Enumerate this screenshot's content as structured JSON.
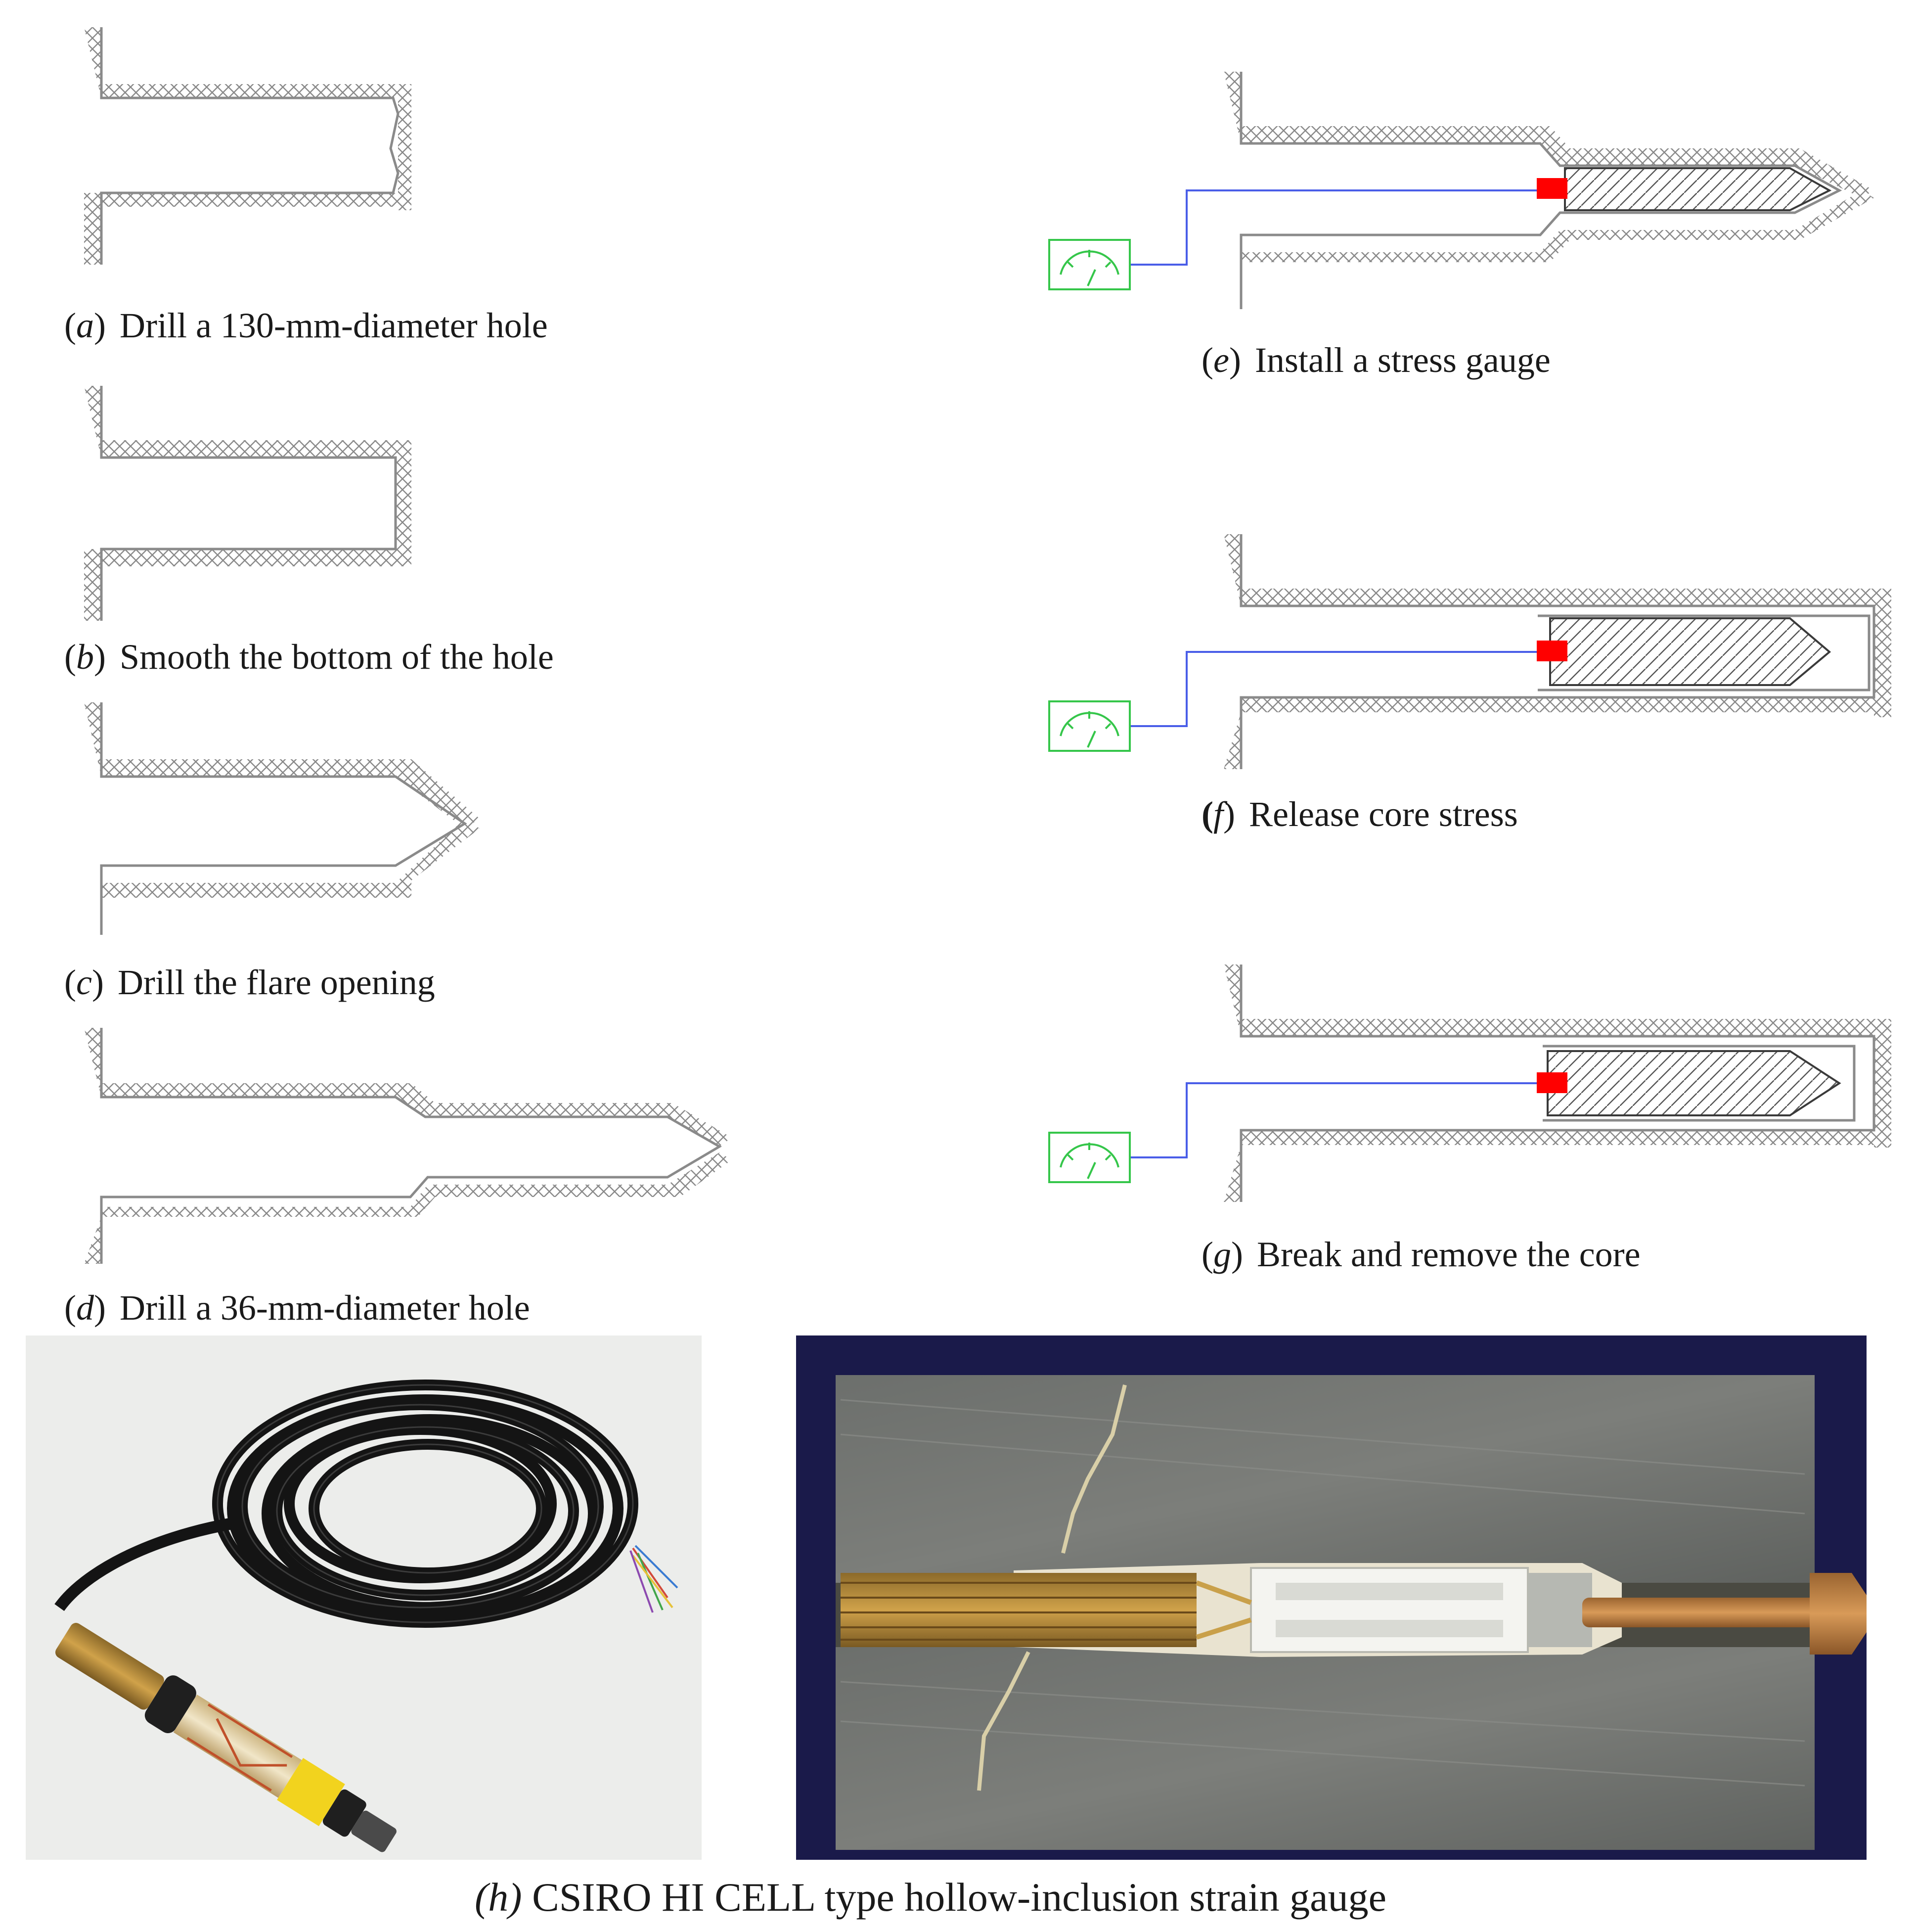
{
  "captions": {
    "a": {
      "letter": "a",
      "text": "Drill a 130-mm-diameter hole"
    },
    "b": {
      "letter": "b",
      "text": "Smooth the bottom of the hole"
    },
    "c": {
      "letter": "c",
      "text": "Drill the flare opening"
    },
    "d": {
      "letter": "d",
      "text": "Drill a 36-mm-diameter hole"
    },
    "e": {
      "letter": "e",
      "text": "Install a stress gauge"
    },
    "f": {
      "letter": "f",
      "text": "Release core stress"
    },
    "g": {
      "letter": "g",
      "text": "Break and remove the core"
    },
    "h": {
      "letter": "(h)",
      "text": "CSIRO HI CELL type hollow-inclusion strain gauge"
    }
  },
  "colors": {
    "gauge": "#ff0000",
    "lead_wire": "#4a5ee8",
    "meter": "#35c64a",
    "hatch": "#8a8a8a"
  },
  "icons": {
    "meter": "gauge-dial-icon",
    "gauge": "strain-gauge-block-icon"
  }
}
